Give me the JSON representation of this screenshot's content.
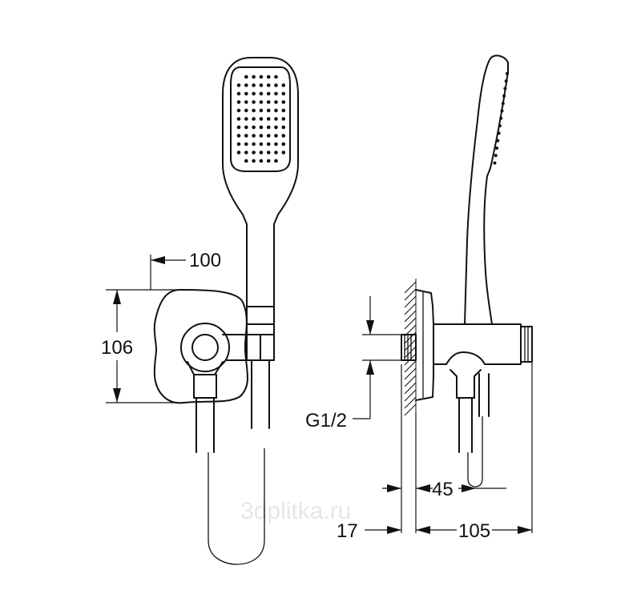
{
  "dimensions": {
    "front_width": "100",
    "front_height": "106",
    "thread": "G1/2",
    "side_offset": "45",
    "wall_depth": "17",
    "side_length": "105"
  },
  "watermark": "3dplitka.ru"
}
